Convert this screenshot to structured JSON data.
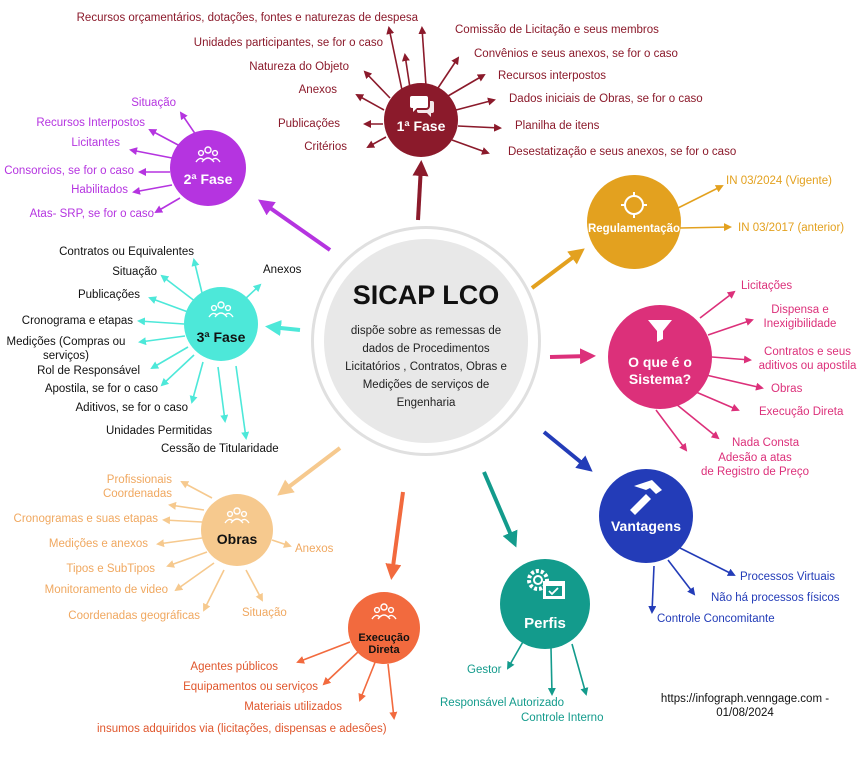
{
  "center": {
    "title": "SICAP LCO",
    "description": "dispõe sobre as remessas de dados de Procedimentos Licitatórios , Contratos, Obras e Medições de serviços de Engenharia"
  },
  "credit": {
    "line1": "https://infograph.venngage.com -",
    "line2": "01/08/2024"
  },
  "colors": {
    "fase1": "#8b1a2b",
    "fase2": "#b534e0",
    "fase3": "#4de8d9",
    "obras": "#f6c98e",
    "execucao": "#f26a3e",
    "perfis": "#139b8c",
    "vantagens": "#233cb8",
    "sistema": "#dc307a",
    "regulamentacao": "#e3a11f"
  },
  "nodes": {
    "fase1": {
      "title": "1ª Fase",
      "icon": "chat-icon",
      "items": [
        "Recursos orçamentários, dotações, fontes e naturezas de despesa",
        "Unidades participantes, se for o caso",
        "Natureza do Objeto",
        "Anexos",
        "Publicações",
        "Critérios",
        "Comissão de Licitação e seus membros",
        "Convênios e seus anexos, se for o caso",
        "Recursos interpostos",
        "Dados iniciais de Obras, se for o caso",
        "Planilha de itens",
        "Desestatização e seus anexos, se for o caso"
      ]
    },
    "fase2": {
      "title": "2ª Fase",
      "icon": "group-icon",
      "items": [
        "Situação",
        "Recursos Interpostos",
        "Licitantes",
        "Consorcios, se for o caso",
        "Habilitados",
        "Atas- SRP, se for o caso"
      ]
    },
    "fase3": {
      "title": "3ª Fase",
      "icon": "group-icon",
      "items": [
        "Contratos ou Equivalentes",
        "Situação",
        "Publicações",
        "Cronograma e etapas",
        "Medições (Compras ou\nserviços)",
        "Rol de Responsável",
        "Apostila, se for o caso",
        "Aditivos, se for o caso",
        "Unidades Permitidas",
        "Cessão de Titularidade",
        "Anexos"
      ]
    },
    "obras": {
      "title": "Obras",
      "icon": "group-icon",
      "items": [
        "Profissionais\nCoordenadas",
        "Cronogramas e suas etapas",
        "Medições e anexos",
        "Tipos e SubTipos",
        "Monitoramento de video",
        "Coordenadas geográficas",
        "Situação",
        "Anexos"
      ]
    },
    "execucao": {
      "title": "Execução\nDireta",
      "icon": "group-icon",
      "items": [
        "Agentes públicos",
        "Equipamentos ou serviços",
        "Materiais utilizados",
        "insumos adquiridos via (licitações, dispensas e adesões)"
      ]
    },
    "perfis": {
      "title": "Perfis",
      "icon": "gear-check-icon",
      "items": [
        "Gestor",
        "Responsável Autorizado",
        "Controle Interno"
      ]
    },
    "vantagens": {
      "title": "Vantagens",
      "icon": "hammer-icon",
      "items": [
        "Processos Virtuais",
        "Não há processos físicos",
        "Controle Concomitante"
      ]
    },
    "sistema": {
      "title": "O que é o\nSistema?",
      "icon": "filter-icon",
      "items": [
        "Licitações",
        "Dispensa e\nInexigibilidade",
        "Contratos e seus\naditivos ou apostila",
        "Obras",
        "Execução Direta",
        "Nada Consta",
        "Adesão a atas\nde Registro de Preço"
      ]
    },
    "regulamentacao": {
      "title": "Regulamentação",
      "icon": "crosshair-icon",
      "items": [
        "IN 03/2024 (Vigente)",
        "IN 03/2017 (anterior)"
      ]
    }
  }
}
